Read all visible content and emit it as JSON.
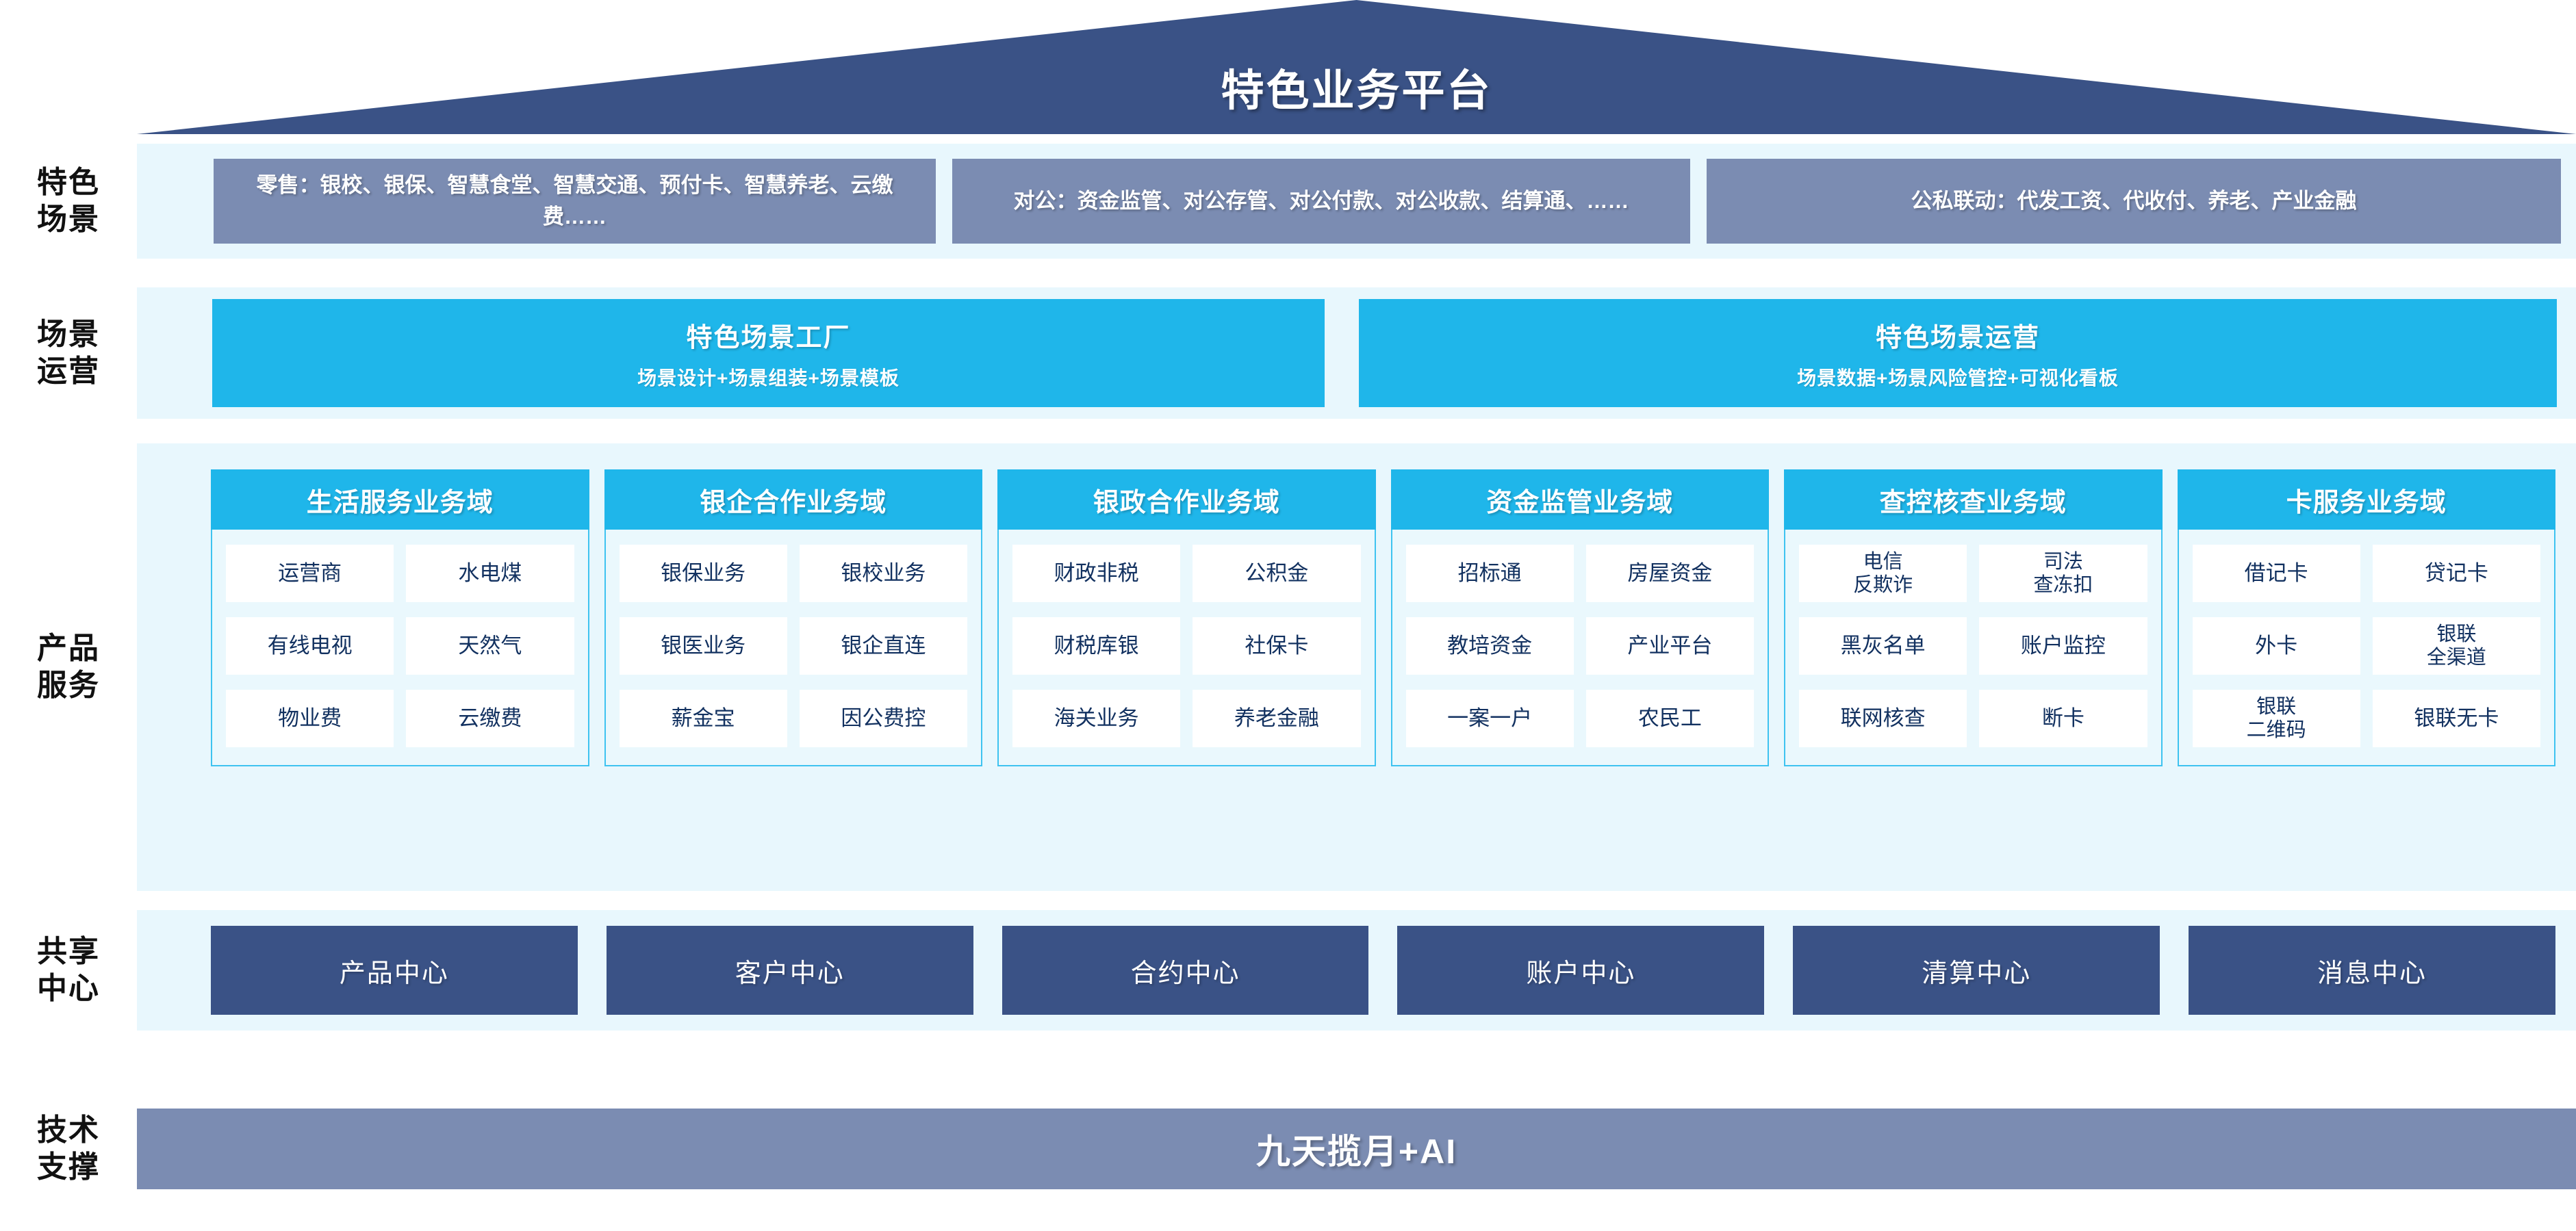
{
  "header": {
    "title": "特色业务平台"
  },
  "row_labels": {
    "scene": "特色\n场景",
    "scene_line1": "特色",
    "scene_line2": "场景",
    "operation_line1": "场景",
    "operation_line2": "运营",
    "product_line1": "产品",
    "product_line2": "服务",
    "shared_line1": "共享",
    "shared_line2": "中心",
    "tech_line1": "技术",
    "tech_line2": "支撑"
  },
  "scene_row": {
    "boxes": [
      {
        "name": "retail",
        "text": "零售：银校、银保、智慧食堂、智慧交通、预付卡、智慧养老、云缴费……"
      },
      {
        "name": "corporate",
        "text": "对公：资金监管、对公存管、对公付款、对公收款、结算通、……"
      },
      {
        "name": "public-private-linkage",
        "text": "公私联动：代发工资、代收付、养老、产业金融"
      }
    ]
  },
  "operation_row": {
    "boxes": [
      {
        "title": "特色场景工厂",
        "subtitle": "场景设计+场景组装+场景模板"
      },
      {
        "title": "特色场景运营",
        "subtitle": "场景数据+场景风险管控+可视化看板"
      }
    ]
  },
  "product_row": {
    "domains": [
      {
        "title": "生活服务业务域",
        "cells": [
          [
            "运营商",
            "水电煤"
          ],
          [
            "有线电视",
            "天然气"
          ],
          [
            "物业费",
            "云缴费"
          ]
        ]
      },
      {
        "title": "银企合作业务域",
        "cells": [
          [
            "银保业务",
            "银校业务"
          ],
          [
            "银医业务",
            "银企直连"
          ],
          [
            "薪金宝",
            "因公费控"
          ]
        ]
      },
      {
        "title": "银政合作业务域",
        "cells": [
          [
            "财政非税",
            "公积金"
          ],
          [
            "财税库银",
            "社保卡"
          ],
          [
            "海关业务",
            "养老金融"
          ]
        ]
      },
      {
        "title": "资金监管业务域",
        "cells": [
          [
            "招标通",
            "房屋资金"
          ],
          [
            "教培资金",
            "产业平台"
          ],
          [
            "一案一户",
            "农民工"
          ]
        ]
      },
      {
        "title": "查控核查业务域",
        "cells": [
          [
            "电信\n反欺诈",
            "司法\n查冻扣"
          ],
          [
            "黑灰名单",
            "账户监控"
          ],
          [
            "联网核查",
            "断卡"
          ]
        ]
      },
      {
        "title": "卡服务业务域",
        "cells": [
          [
            "借记卡",
            "贷记卡"
          ],
          [
            "外卡",
            "银联\n全渠道"
          ],
          [
            "银联\n二维码",
            "银联无卡"
          ]
        ]
      }
    ]
  },
  "shared_row": {
    "boxes": [
      "产品中心",
      "客户中心",
      "合约中心",
      "账户中心",
      "清算中心",
      "消息中心"
    ]
  },
  "tech_row": {
    "text": "九天揽月+AI"
  },
  "colors": {
    "navy": "#3a5286",
    "slate_blue": "#7b8cb2",
    "cyan": "#1fb6ea",
    "band_bg": "#e8f7fd",
    "cell_text": "#123160",
    "cell_bg": "#ffffff"
  }
}
